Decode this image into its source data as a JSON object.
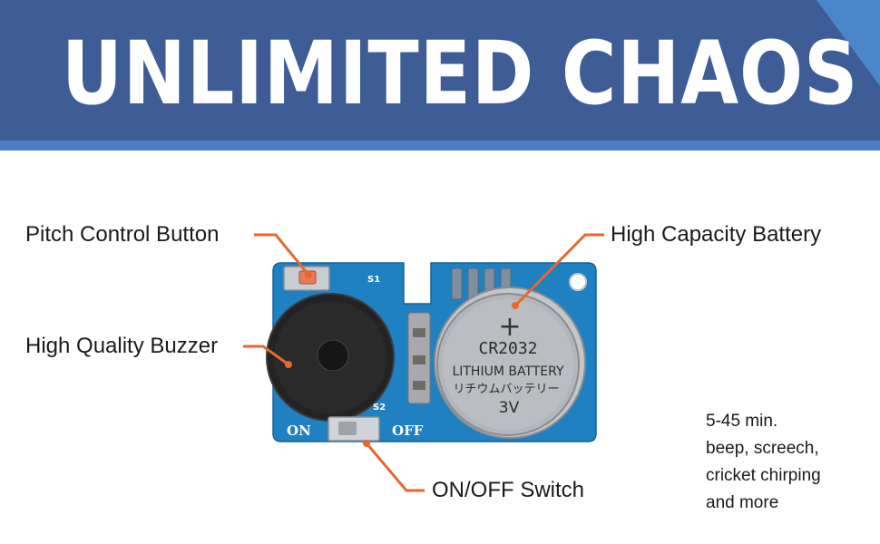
{
  "banner": {
    "title": "UNLIMITED CHAOS",
    "color": "#3e5d96",
    "accent": "#4b7fc2"
  },
  "labels": {
    "pitch": "Pitch Control Button",
    "battery": "High Capacity Battery",
    "buzzer": "High Quality Buzzer",
    "switch": "ON/OFF Switch"
  },
  "description": {
    "lines": [
      "5-45 min.",
      "beep, screech,",
      "cricket chirping",
      "and more"
    ]
  },
  "board": {
    "color": "#1f7fc0",
    "s1": "S1",
    "s2": "S2",
    "on": "ON",
    "off": "OFF"
  },
  "coin_cell": {
    "plus": "+",
    "model": "CR2032",
    "type": "LITHIUM BATTERY",
    "jp": "リチウムバッテリー",
    "voltage": "3V"
  },
  "leader_color": "#e8672e"
}
